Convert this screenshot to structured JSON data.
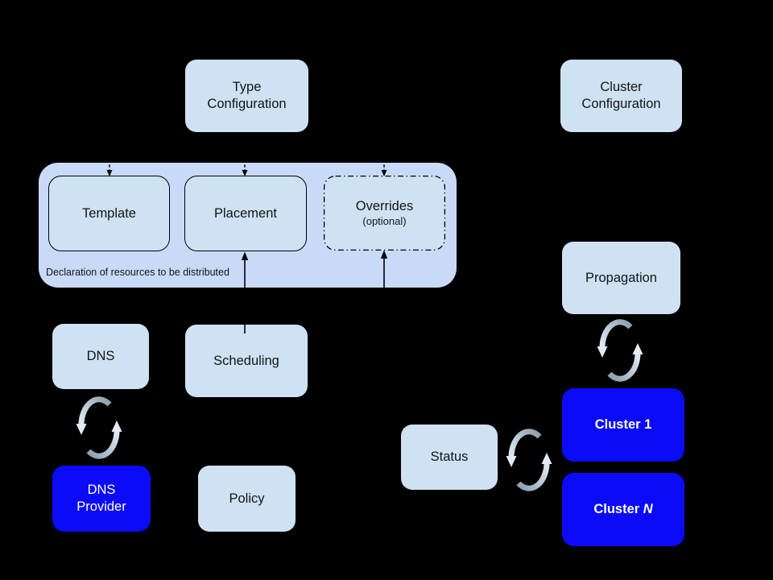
{
  "diagram": {
    "kind": "architecture-diagram",
    "background": "#000000"
  },
  "colors": {
    "canvas_bg": "#000000",
    "light_box": "#cfe2f3",
    "container_fill": "#c9daf8",
    "accent_blue": "#0b0bfa",
    "text_dark": "#141414",
    "text_light": "#ffffff",
    "connector": "#000000",
    "sync_dark": "#8ea1b2",
    "sync_light": "#e2ecf6"
  },
  "nodes": {
    "type_configuration": {
      "label": "Type\nConfiguration"
    },
    "cluster_configuration": {
      "label": "Cluster\nConfiguration"
    },
    "resource_group": {
      "caption": "Declaration of resources to be distributed"
    },
    "template": {
      "label": "Template"
    },
    "placement": {
      "label": "Placement"
    },
    "overrides": {
      "label": "Overrides",
      "sublabel": "(optional)"
    },
    "dns": {
      "label": "DNS"
    },
    "scheduling": {
      "label": "Scheduling"
    },
    "dns_provider": {
      "label": "DNS\nProvider"
    },
    "policy": {
      "label": "Policy"
    },
    "propagation": {
      "label": "Propagation"
    },
    "status": {
      "label": "Status"
    },
    "cluster_1": {
      "label": "Cluster 1"
    },
    "cluster_n": {
      "label_text": "Cluster ",
      "label_italic": "N"
    }
  },
  "icons": {
    "sync_icon": "two-curved-arrows-cycle",
    "arrow_down_dashed_icon": "dashed-arrow-down",
    "arrow_up_solid_icon": "solid-arrow-up"
  }
}
